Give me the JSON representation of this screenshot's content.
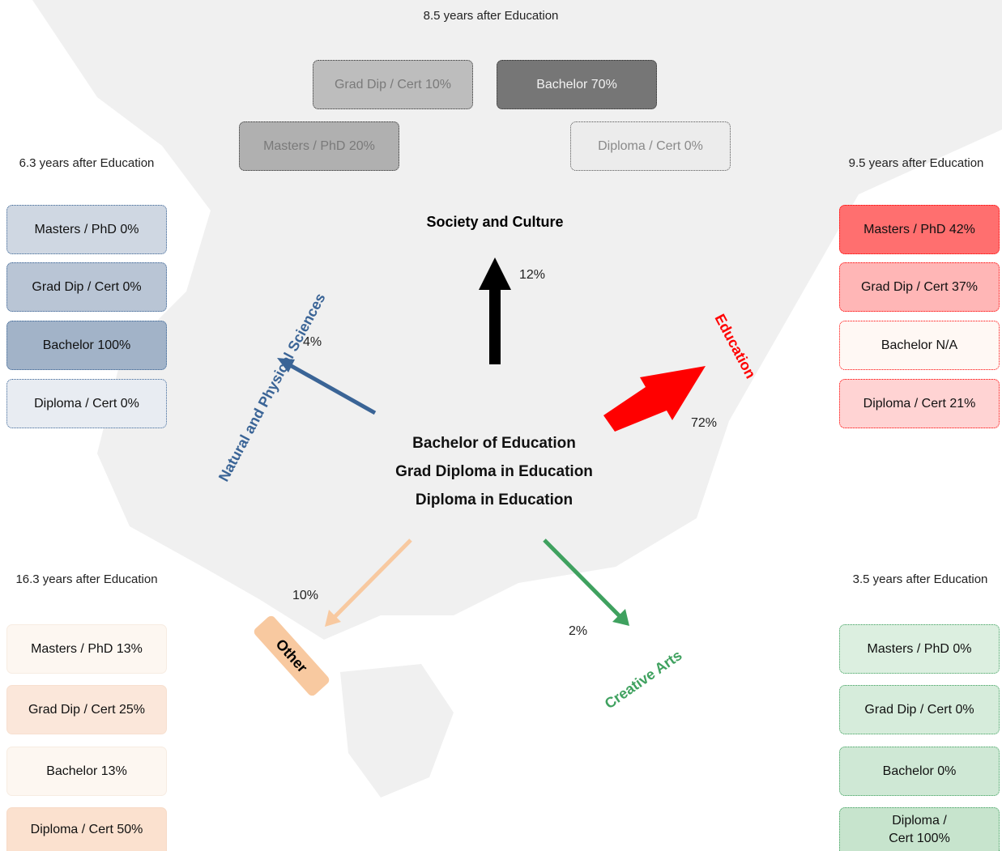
{
  "center": {
    "line1": "Bachelor of Education",
    "line2": "Grad Diploma in Education",
    "line3": "Diploma in Education"
  },
  "society": {
    "label": "Society and Culture",
    "pct": "12%",
    "years": "8.5 years after Education",
    "grad_dip": "Grad Dip / Cert 10%",
    "bachelor": "Bachelor 70%",
    "masters": "Masters / PhD 20%",
    "diploma": "Diploma / Cert 0%"
  },
  "sciences": {
    "label": "Natural and Physical Sciences",
    "pct": "4%",
    "years": "6.3 years after Education",
    "masters": "Masters / PhD 0%",
    "grad_dip": "Grad Dip / Cert 0%",
    "bachelor": "Bachelor 100%",
    "diploma": "Diploma / Cert 0%"
  },
  "education": {
    "label": "Education",
    "pct": "72%",
    "years": "9.5 years after Education",
    "masters": "Masters / PhD 42%",
    "grad_dip": "Grad Dip / Cert 37%",
    "bachelor": "Bachelor N/A",
    "diploma": "Diploma / Cert 21%"
  },
  "other": {
    "label": "Other",
    "pct": "10%",
    "years": "16.3 years after Education",
    "masters": "Masters / PhD 13%",
    "grad_dip": "Grad Dip / Cert 25%",
    "bachelor": "Bachelor 13%",
    "diploma": "Diploma / Cert 50%"
  },
  "creative": {
    "label": "Creative Arts",
    "pct": "2%",
    "years": "3.5 years after Education",
    "masters": "Masters / PhD 0%",
    "grad_dip": "Grad Dip / Cert 0%",
    "bachelor": "Bachelor 0%",
    "diploma": "Diploma / Cert 100%"
  },
  "colors": {
    "society": "#000000",
    "sciences": "#3a6496",
    "education": "#ff0000",
    "other": "#f8c9a0",
    "creative": "#3fa15f"
  }
}
